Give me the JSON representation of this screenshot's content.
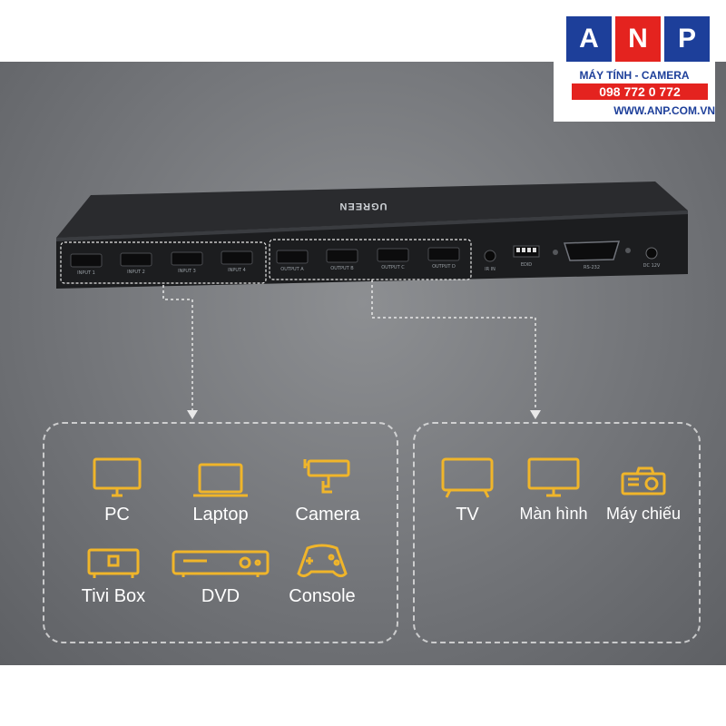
{
  "logo": {
    "letters": [
      "A",
      "N",
      "P"
    ],
    "line1": "MÁY TÍNH - CAMERA",
    "phone": "098 772 0 772",
    "website": "WWW.ANP.COM.VN"
  },
  "device": {
    "brand": "UGREEN",
    "inputs": [
      "INPUT 1",
      "INPUT 2",
      "INPUT 3",
      "INPUT 4"
    ],
    "outputs": [
      "OUTPUT A",
      "OUTPUT B",
      "OUTPUT C",
      "OUTPUT D"
    ],
    "ir_label": "IR IN",
    "edid_label": "EDID",
    "rs232_label": "RS-232",
    "dc_label": "DC 12V"
  },
  "sources": [
    {
      "label": "PC",
      "icon": "pc-monitor-icon"
    },
    {
      "label": "Laptop",
      "icon": "laptop-icon"
    },
    {
      "label": "Camera",
      "icon": "camera-icon"
    },
    {
      "label": "Tivi Box",
      "icon": "tv-box-icon"
    },
    {
      "label": "DVD",
      "icon": "dvd-player-icon"
    },
    {
      "label": "Console",
      "icon": "gamepad-icon"
    }
  ],
  "displays": [
    {
      "label": "TV",
      "icon": "tv-icon"
    },
    {
      "label": "Màn hình",
      "icon": "monitor-icon"
    },
    {
      "label": "Máy chiếu",
      "icon": "projector-icon"
    }
  ],
  "colors": {
    "icon": "#f0b52a",
    "text": "#ffffff",
    "device": "#1e1f21",
    "background": "#76787c"
  }
}
